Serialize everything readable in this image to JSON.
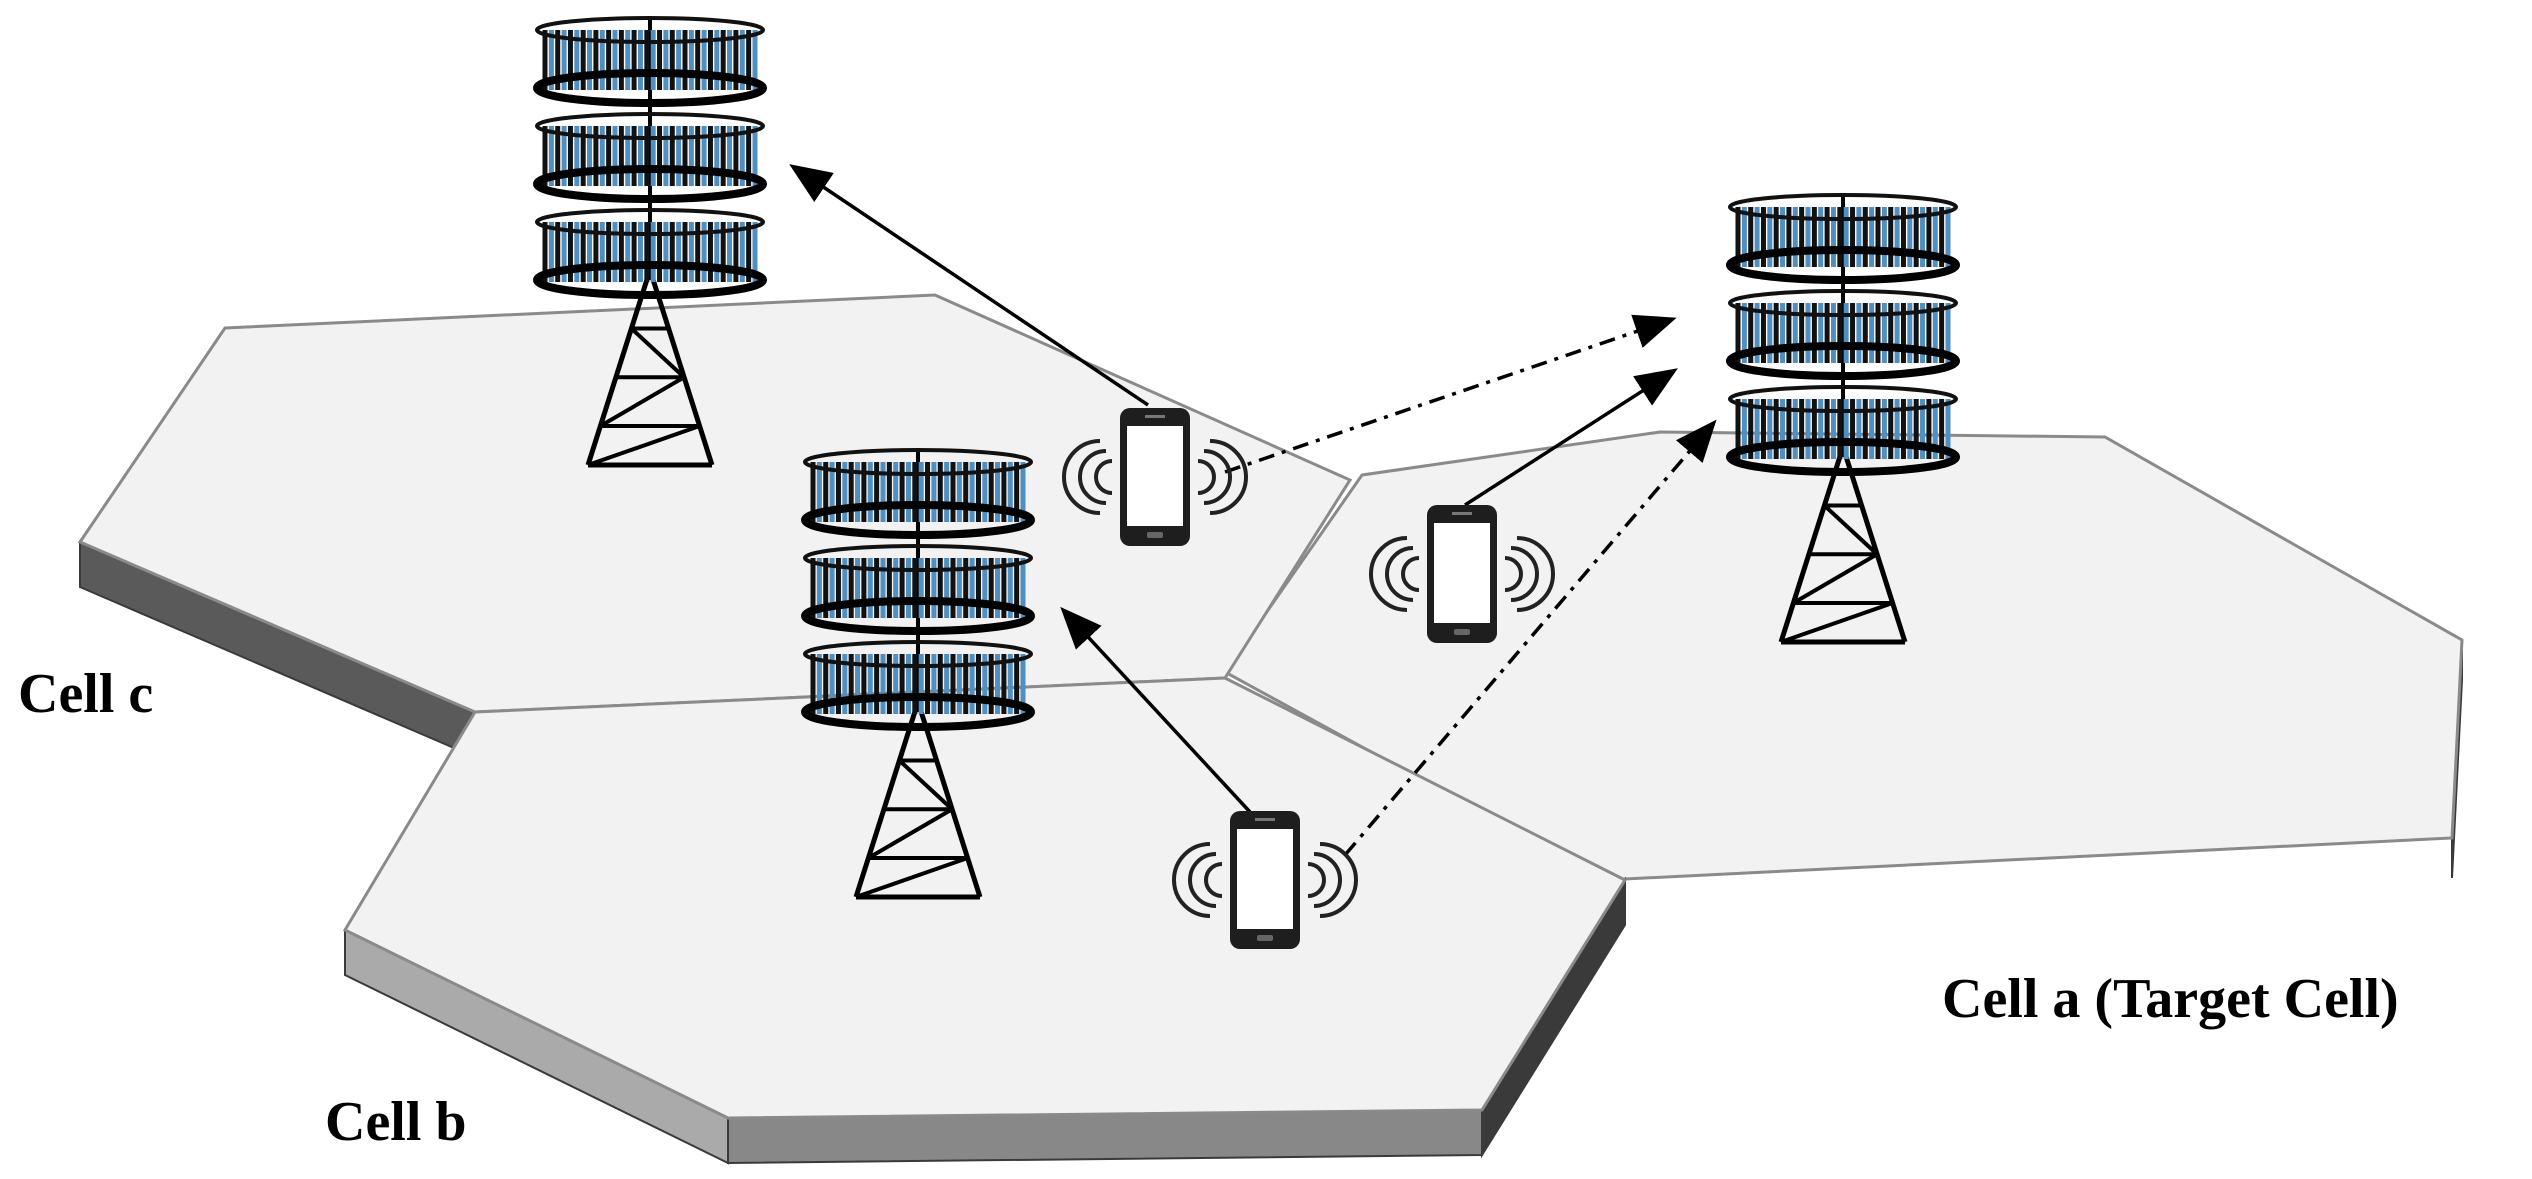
{
  "labels": {
    "cell_a": "Cell a (Target Cell)",
    "cell_b": "Cell b",
    "cell_c": "Cell c"
  },
  "colors": {
    "cell_top": "#f2f2f2",
    "cell_side": "#8f8f8f",
    "cell_front": "#3a3a3a",
    "cell_outline": "#8a8a8a",
    "antenna_blue": "#4f8fc2",
    "antenna_black": "#111111",
    "arrow": "#000000"
  },
  "links": [
    {
      "from": "ue-1",
      "to": "bs-cell-c",
      "style": "solid"
    },
    {
      "from": "ue-1",
      "to": "bs-cell-a",
      "style": "dash-dot"
    },
    {
      "from": "ue-2",
      "to": "bs-cell-a",
      "style": "solid"
    },
    {
      "from": "ue-3",
      "to": "bs-cell-b",
      "style": "solid"
    },
    {
      "from": "ue-3",
      "to": "bs-cell-a",
      "style": "dash-dot"
    }
  ]
}
